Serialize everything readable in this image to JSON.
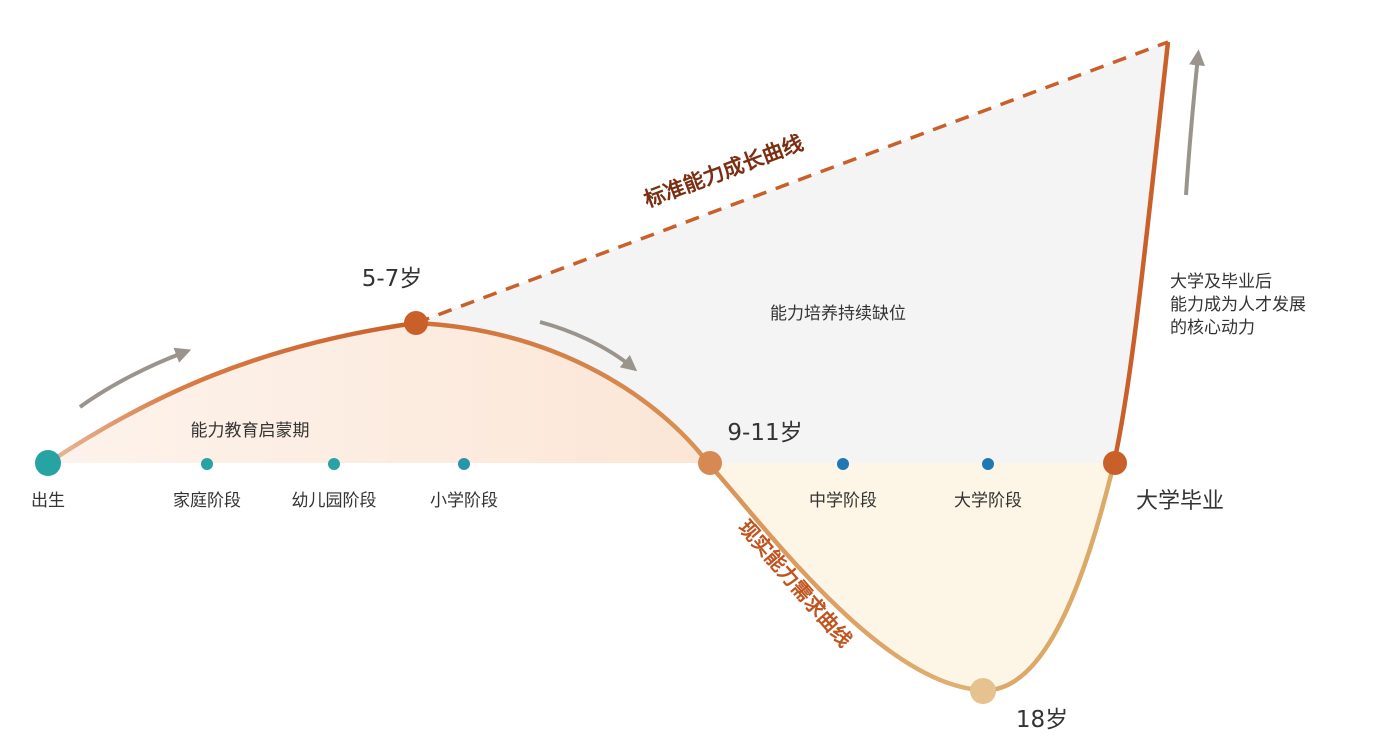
{
  "colors": {
    "axis_left": "#27a3a3",
    "axis_right": "#1f78b4",
    "curve_orange": "#c9602a",
    "curve_light": "#e3b97a",
    "dashed_line": "#c9602a",
    "gap_fill": "#f4f4f4",
    "early_fill": "#fbeadd",
    "dip_fill": "#fdf6e6",
    "arrow_gray": "#9a948d",
    "node_teal": "#27a3a3",
    "node_orange": "#c9602a",
    "node_light": "#e6c28f"
  },
  "curves": {
    "standard": "标准能力成长曲线",
    "reality": "现实能力需求曲线"
  },
  "regions": {
    "enlightenment": "能力教育启蒙期",
    "gap": "能力培养持续缺位"
  },
  "milestones": {
    "age_5_7": "5-7岁",
    "age_9_11": "9-11岁",
    "age_18": "18岁",
    "after_college": [
      "大学及毕业后",
      "能力成为人才发展",
      "的核心动力"
    ]
  },
  "timeline": {
    "start": "出生",
    "stages": [
      "家庭阶段",
      "幼儿园阶段",
      "小学阶段",
      "中学阶段",
      "大学阶段"
    ],
    "end": "大学毕业"
  }
}
